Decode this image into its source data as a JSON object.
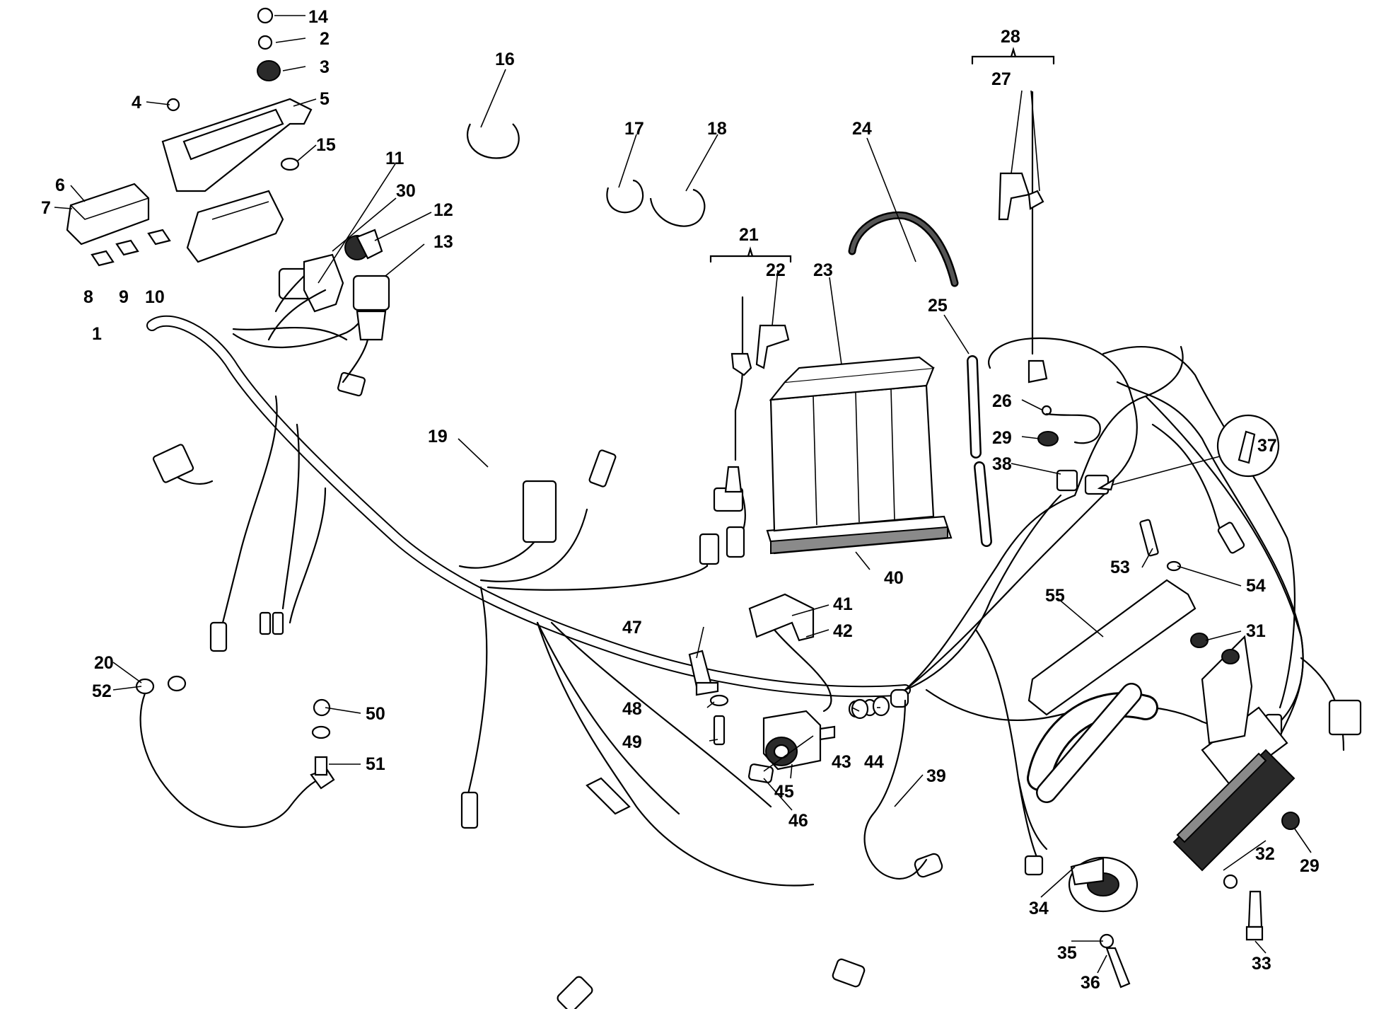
{
  "diagram": {
    "callouts": [
      {
        "id": "c1",
        "text": "1"
      },
      {
        "id": "c2",
        "text": "2"
      },
      {
        "id": "c3",
        "text": "3"
      },
      {
        "id": "c4",
        "text": "4"
      },
      {
        "id": "c5",
        "text": "5"
      },
      {
        "id": "c6",
        "text": "6"
      },
      {
        "id": "c7",
        "text": "7"
      },
      {
        "id": "c8",
        "text": "8"
      },
      {
        "id": "c9",
        "text": "9"
      },
      {
        "id": "c10",
        "text": "10"
      },
      {
        "id": "c11",
        "text": "11"
      },
      {
        "id": "c12",
        "text": "12"
      },
      {
        "id": "c13",
        "text": "13"
      },
      {
        "id": "c14",
        "text": "14"
      },
      {
        "id": "c15",
        "text": "15"
      },
      {
        "id": "c16",
        "text": "16"
      },
      {
        "id": "c17",
        "text": "17"
      },
      {
        "id": "c18",
        "text": "18"
      },
      {
        "id": "c19",
        "text": "19"
      },
      {
        "id": "c20",
        "text": "20"
      },
      {
        "id": "c21",
        "text": "21"
      },
      {
        "id": "c22",
        "text": "22"
      },
      {
        "id": "c23",
        "text": "23"
      },
      {
        "id": "c24",
        "text": "24"
      },
      {
        "id": "c25",
        "text": "25"
      },
      {
        "id": "c26",
        "text": "26"
      },
      {
        "id": "c27",
        "text": "27"
      },
      {
        "id": "c28",
        "text": "28"
      },
      {
        "id": "c29a",
        "text": "29"
      },
      {
        "id": "c29b",
        "text": "29"
      },
      {
        "id": "c30",
        "text": "30"
      },
      {
        "id": "c31",
        "text": "31"
      },
      {
        "id": "c32",
        "text": "32"
      },
      {
        "id": "c33",
        "text": "33"
      },
      {
        "id": "c34",
        "text": "34"
      },
      {
        "id": "c35",
        "text": "35"
      },
      {
        "id": "c36",
        "text": "36"
      },
      {
        "id": "c37",
        "text": "37"
      },
      {
        "id": "c38",
        "text": "38"
      },
      {
        "id": "c39",
        "text": "39"
      },
      {
        "id": "c40",
        "text": "40"
      },
      {
        "id": "c41",
        "text": "41"
      },
      {
        "id": "c42",
        "text": "42"
      },
      {
        "id": "c43",
        "text": "43"
      },
      {
        "id": "c44",
        "text": "44"
      },
      {
        "id": "c45",
        "text": "45"
      },
      {
        "id": "c46",
        "text": "46"
      },
      {
        "id": "c47",
        "text": "47"
      },
      {
        "id": "c48",
        "text": "48"
      },
      {
        "id": "c49",
        "text": "49"
      },
      {
        "id": "c50",
        "text": "50"
      },
      {
        "id": "c51",
        "text": "51"
      },
      {
        "id": "c52",
        "text": "52"
      },
      {
        "id": "c53",
        "text": "53"
      },
      {
        "id": "c54",
        "text": "54"
      },
      {
        "id": "c55",
        "text": "55"
      }
    ]
  }
}
